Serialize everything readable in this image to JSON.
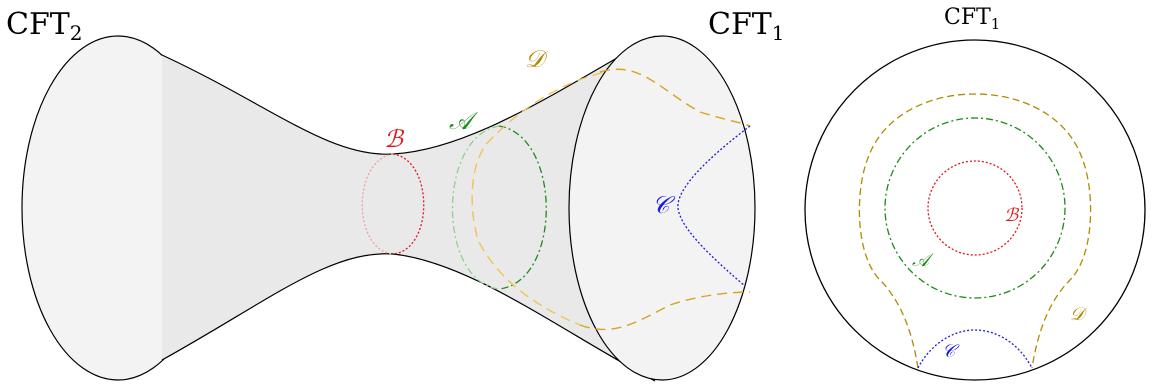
{
  "left_panel": {
    "boundary_left": {
      "base": "CFT",
      "sub": "2"
    },
    "boundary_right": {
      "base": "CFT",
      "sub": "1"
    }
  },
  "right_panel": {
    "boundary_title": {
      "base": "CFT",
      "sub": "1"
    }
  },
  "curves": {
    "A": {
      "symbol": "𝒜",
      "color": "#1b8a1b",
      "style": "dash-dot"
    },
    "B": {
      "symbol": "ℬ",
      "color": "#e21818",
      "style": "dotted"
    },
    "C": {
      "symbol": "𝒞",
      "color": "#1a1ae0",
      "style": "dotted"
    },
    "D": {
      "symbol": "𝒟",
      "color": "#b08a00",
      "style": "dashed"
    }
  },
  "colors": {
    "surface_fill": "#e9e9e9",
    "end_fill": "#f3f3f3",
    "outline": "#000000",
    "dashed_d_right": "#e8b24a"
  }
}
